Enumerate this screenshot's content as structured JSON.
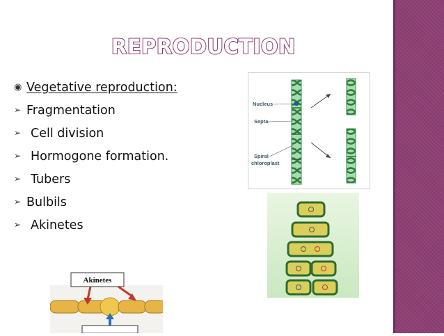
{
  "slide": {
    "title": "REPRODUCTION",
    "bullets": [
      {
        "marker": "radio",
        "text": "Vegetative reproduction:",
        "underlined": true
      },
      {
        "marker": "arrow",
        "text": "Fragmentation"
      },
      {
        "marker": "arrow",
        "text": "Cell division"
      },
      {
        "marker": "arrow",
        "text": "Hormogone formation."
      },
      {
        "marker": "arrow",
        "text": "Tubers"
      },
      {
        "marker": "arrow",
        "text": "Bulbils"
      },
      {
        "marker": "arrow",
        "text": "Akinetes"
      }
    ]
  },
  "figures": {
    "spirogyra": {
      "labels": {
        "nucleus": "Nucleus",
        "septa": "Septa",
        "spiral_chloroplast_line1": "Spiral",
        "spiral_chloroplast_line2": "chloroplast"
      }
    },
    "akinetes_diagram": {
      "label": "Akinetes"
    }
  },
  "colors": {
    "title_outline": "#8a3d70",
    "side_band": "#8d3f73",
    "filament_green": "#49a35b",
    "akinete_yellow": "#e8c94a"
  }
}
